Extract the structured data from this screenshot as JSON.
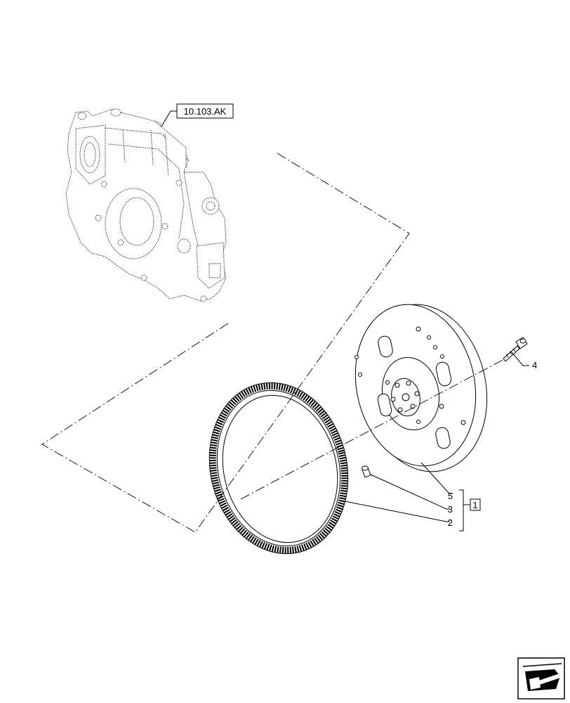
{
  "reference": {
    "label": "10.103.AK"
  },
  "callouts": [
    {
      "id": "4",
      "text": "4"
    },
    {
      "id": "5",
      "text": "5"
    },
    {
      "id": "3",
      "text": "3"
    },
    {
      "id": "2",
      "text": "2"
    }
  ],
  "kit": {
    "text": "1"
  },
  "parts": [
    {
      "name": "flywheel-housing"
    },
    {
      "name": "flywheel"
    },
    {
      "name": "ring-gear"
    },
    {
      "name": "dowel-pin"
    },
    {
      "name": "flywheel-bolt"
    }
  ],
  "icons": {
    "navigation": "next-page-arrow-icon"
  }
}
